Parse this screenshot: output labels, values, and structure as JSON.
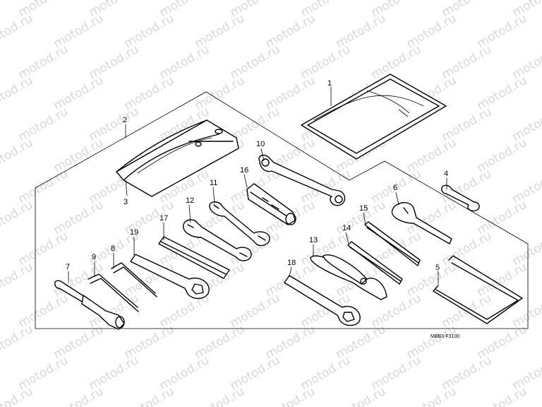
{
  "watermark": {
    "text": "motod.ru",
    "color": "#d8d8d8"
  },
  "reference_code": "MBB3-F3100",
  "callouts": {
    "c1": "1",
    "c2": "2",
    "c3": "3",
    "c4": "4",
    "c5": "5",
    "c6": "6",
    "c7": "7",
    "c8": "8",
    "c9": "9",
    "c10": "10",
    "c11": "11",
    "c12": "12",
    "c13": "13",
    "c14": "14",
    "c15": "15",
    "c16": "16",
    "c17": "17",
    "c18": "18",
    "c19": "19"
  },
  "line_color": "#000000",
  "background": "#ffffff"
}
